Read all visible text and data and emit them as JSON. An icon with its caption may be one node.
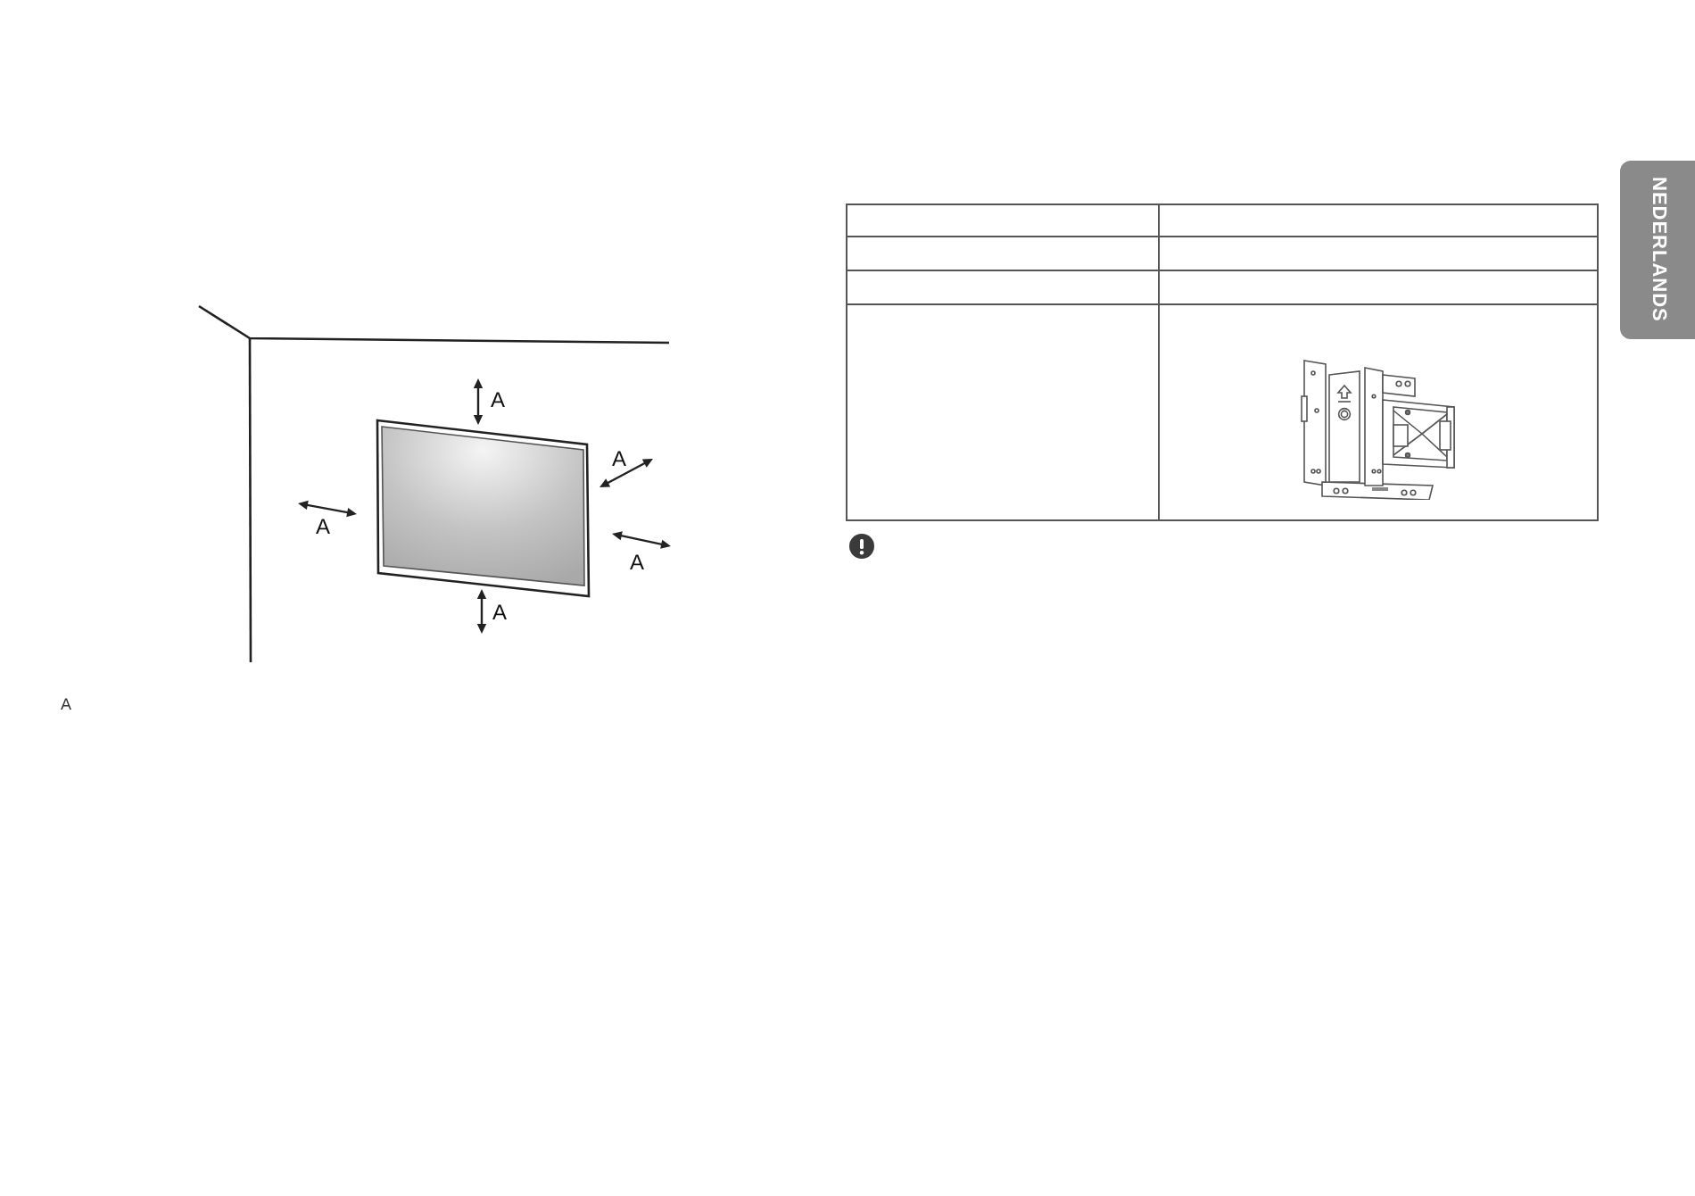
{
  "diagram": {
    "nodes": [
      {
        "text": [
          "NEDERLANDS"
        ]
      }
    ],
    "labels": [
      "A",
      "A",
      "A",
      "A",
      "A",
      "A"
    ]
  }
}
